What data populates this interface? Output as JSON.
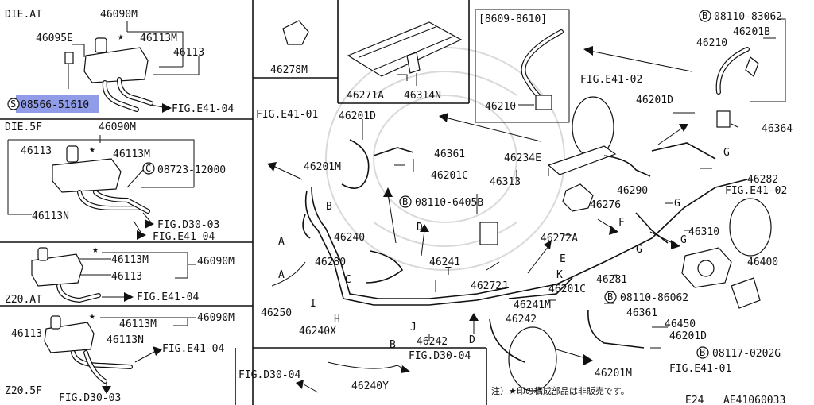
{
  "accent_color": "#6b7be0",
  "panels": {
    "die_at": {
      "title": "DIE.AT",
      "labels": [
        "46090M",
        "46095E",
        "46113M",
        "46113"
      ],
      "selected_part": "08566-51610",
      "selected_prefix": "S",
      "ref": "FIG.E41-04"
    },
    "die_5f": {
      "title": "DIE.5F",
      "labels": [
        "46090M",
        "46113",
        "46113M",
        "08723-12000",
        "46113N"
      ],
      "refs": [
        "FIG.D30-03",
        "FIG.E41-04"
      ]
    },
    "z20_at": {
      "title": "Z20.AT",
      "labels": [
        "46113M",
        "46090M",
        "46113"
      ],
      "ref": "FIG.E41-04"
    },
    "z20_5f": {
      "title": "Z20.5F",
      "labels": [
        "46113",
        "46113M",
        "46090M",
        "46113N"
      ],
      "refs": [
        "FIG.E41-04",
        "FIG.D30-03"
      ]
    }
  },
  "main": {
    "bracket_label": "46278M",
    "box_labels": [
      "46271A",
      "46314N"
    ],
    "inset": {
      "title": "[8609-8610]",
      "part": "46210"
    },
    "top_right": {
      "bolt": "08110-83062",
      "labels": [
        "46201B",
        "46210"
      ],
      "circle": "B"
    },
    "fig_refs": [
      "FIG.E41-01",
      "FIG.E41-02",
      "FIG.E41-02",
      "FIG.D30-04",
      "FIG.D30-04",
      "FIG.E41-01"
    ],
    "part_labels": [
      "46201D",
      "46361",
      "46201M",
      "46201C",
      "46234E",
      "46313",
      "46201D",
      "46364",
      "46290",
      "46282",
      "46276",
      "46310",
      "46240",
      "46241",
      "46272A",
      "46400",
      "46280",
      "46281",
      "46272J",
      "46241M",
      "46201C",
      "46250",
      "46240X",
      "46242",
      "46242",
      "46361",
      "46450",
      "46201D",
      "46201M",
      "46240Y"
    ],
    "bolts": [
      "08110-6405B",
      "08110-86062",
      "08117-0202G"
    ],
    "letters": [
      "A",
      "B",
      "D",
      "I",
      "H",
      "C",
      "T",
      "J",
      "B",
      "D",
      "F",
      "G",
      "G",
      "G",
      "E",
      "K",
      "G",
      "A",
      "B"
    ],
    "note": "注）★印の構成部品は非販売です。",
    "page_ref": "E24",
    "code": "AE41060033"
  }
}
